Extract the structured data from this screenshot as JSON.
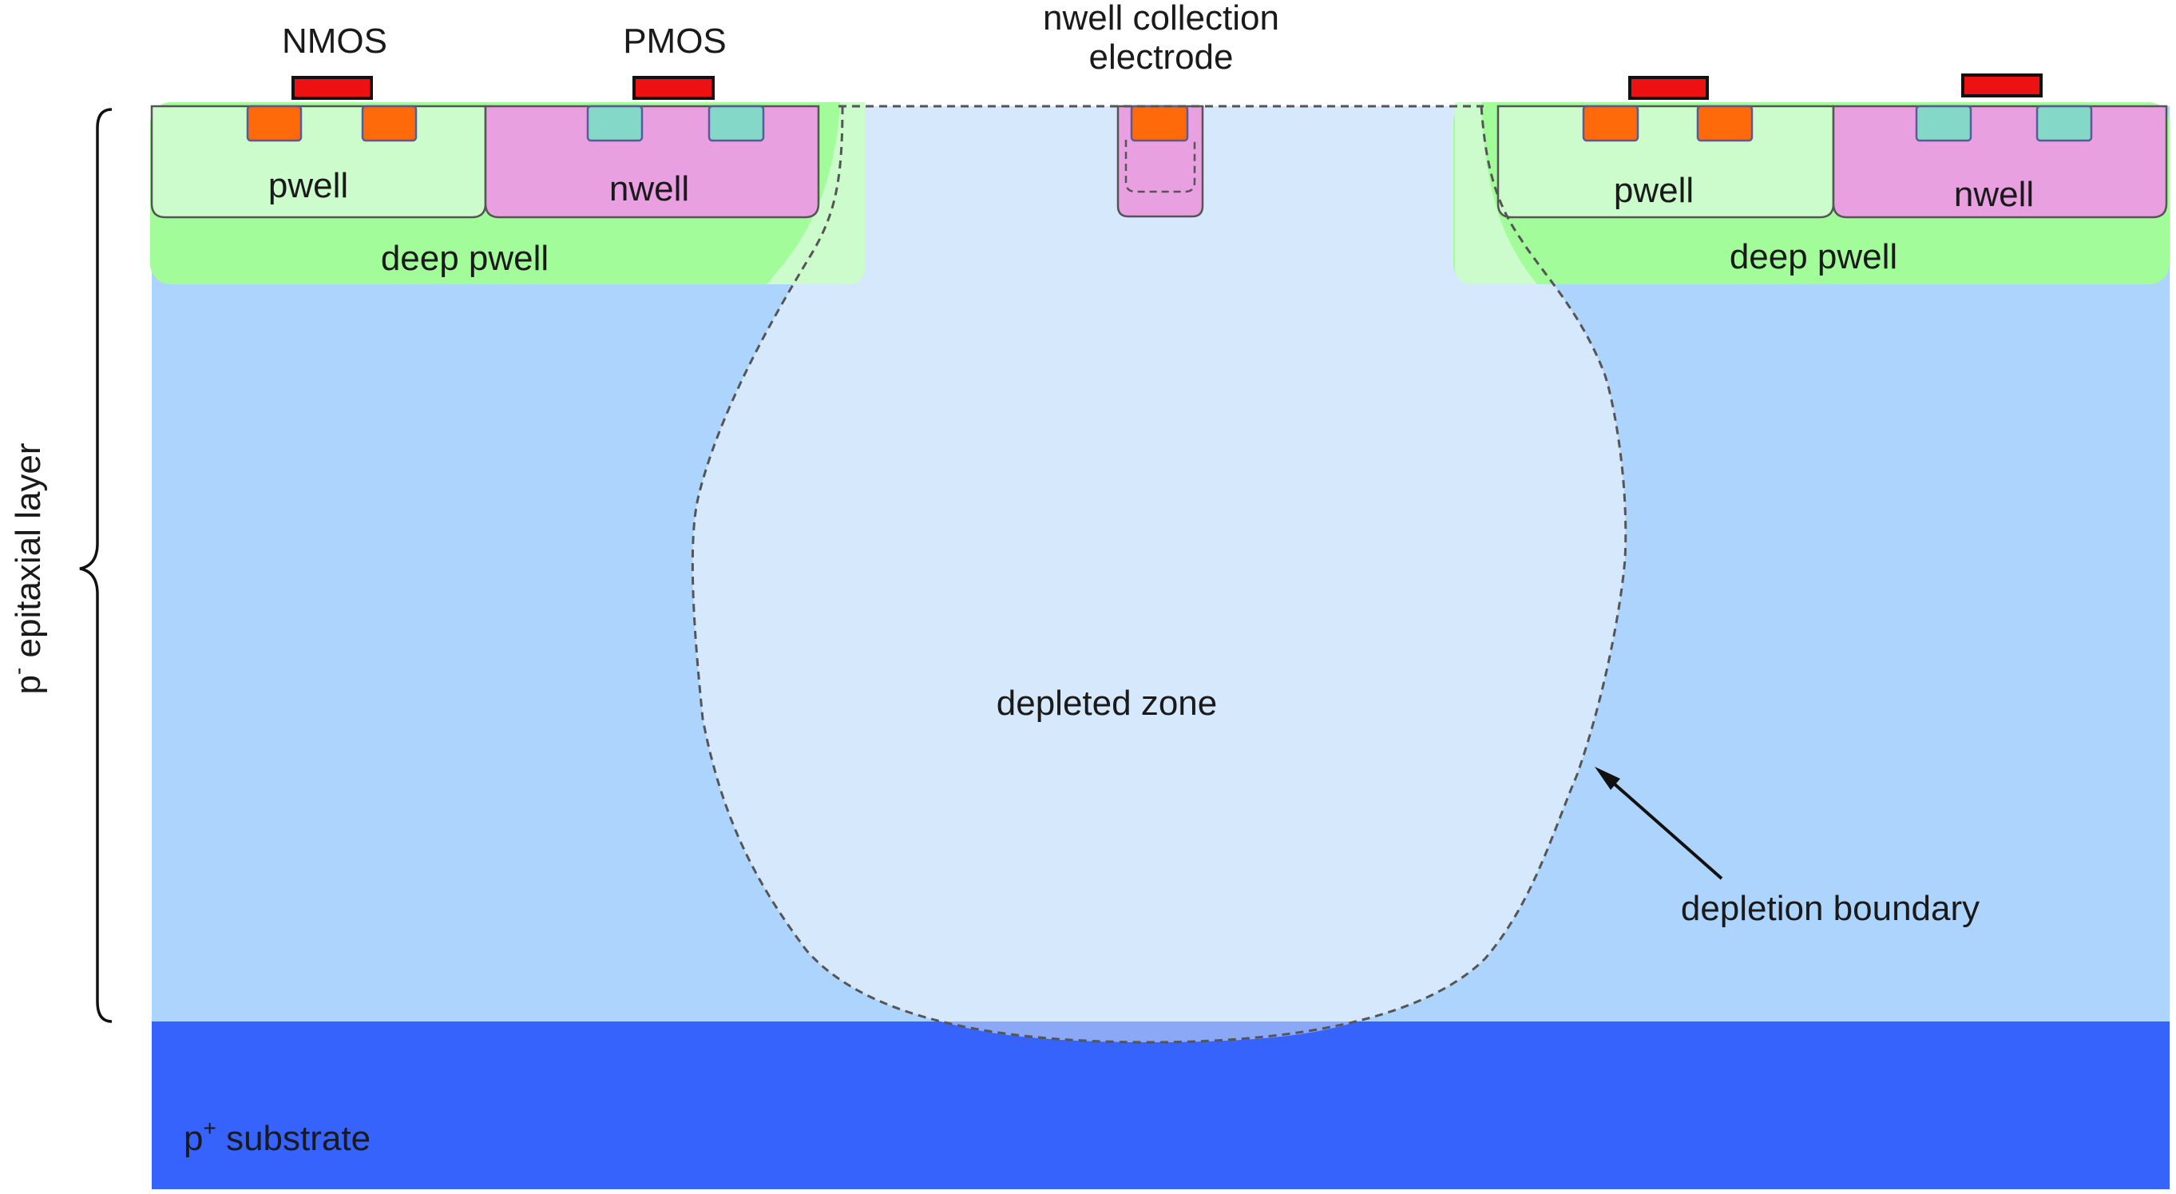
{
  "labels": {
    "nmos": "NMOS",
    "pmos": "PMOS",
    "electrode_line1": "nwell collection",
    "electrode_line2": "electrode",
    "pwell_left": "pwell",
    "nwell_left": "nwell",
    "deep_pwell_left": "deep pwell",
    "pwell_right": "pwell",
    "nwell_right": "nwell",
    "deep_pwell_right": "deep pwell",
    "depleted_zone": "depleted zone",
    "depletion_boundary": "depletion boundary",
    "epi_layer_base": "p",
    "epi_layer_sup": "-",
    "epi_layer_rest": " epitaxial layer",
    "substrate_base": "p",
    "substrate_sup": "+",
    "substrate_rest": " substrate"
  },
  "colors": {
    "epi": "#add4fc",
    "substrate": "#3563fb",
    "deep_pwell": "#a2fc9a",
    "pwell": "#ccfccc",
    "nwell": "#e9a0e0",
    "depleted": "#d5e8fc",
    "n_contact": "#fe6a0a",
    "p_contact": "#84d8c8",
    "gate": "#ee1111",
    "outline": "#555555"
  }
}
